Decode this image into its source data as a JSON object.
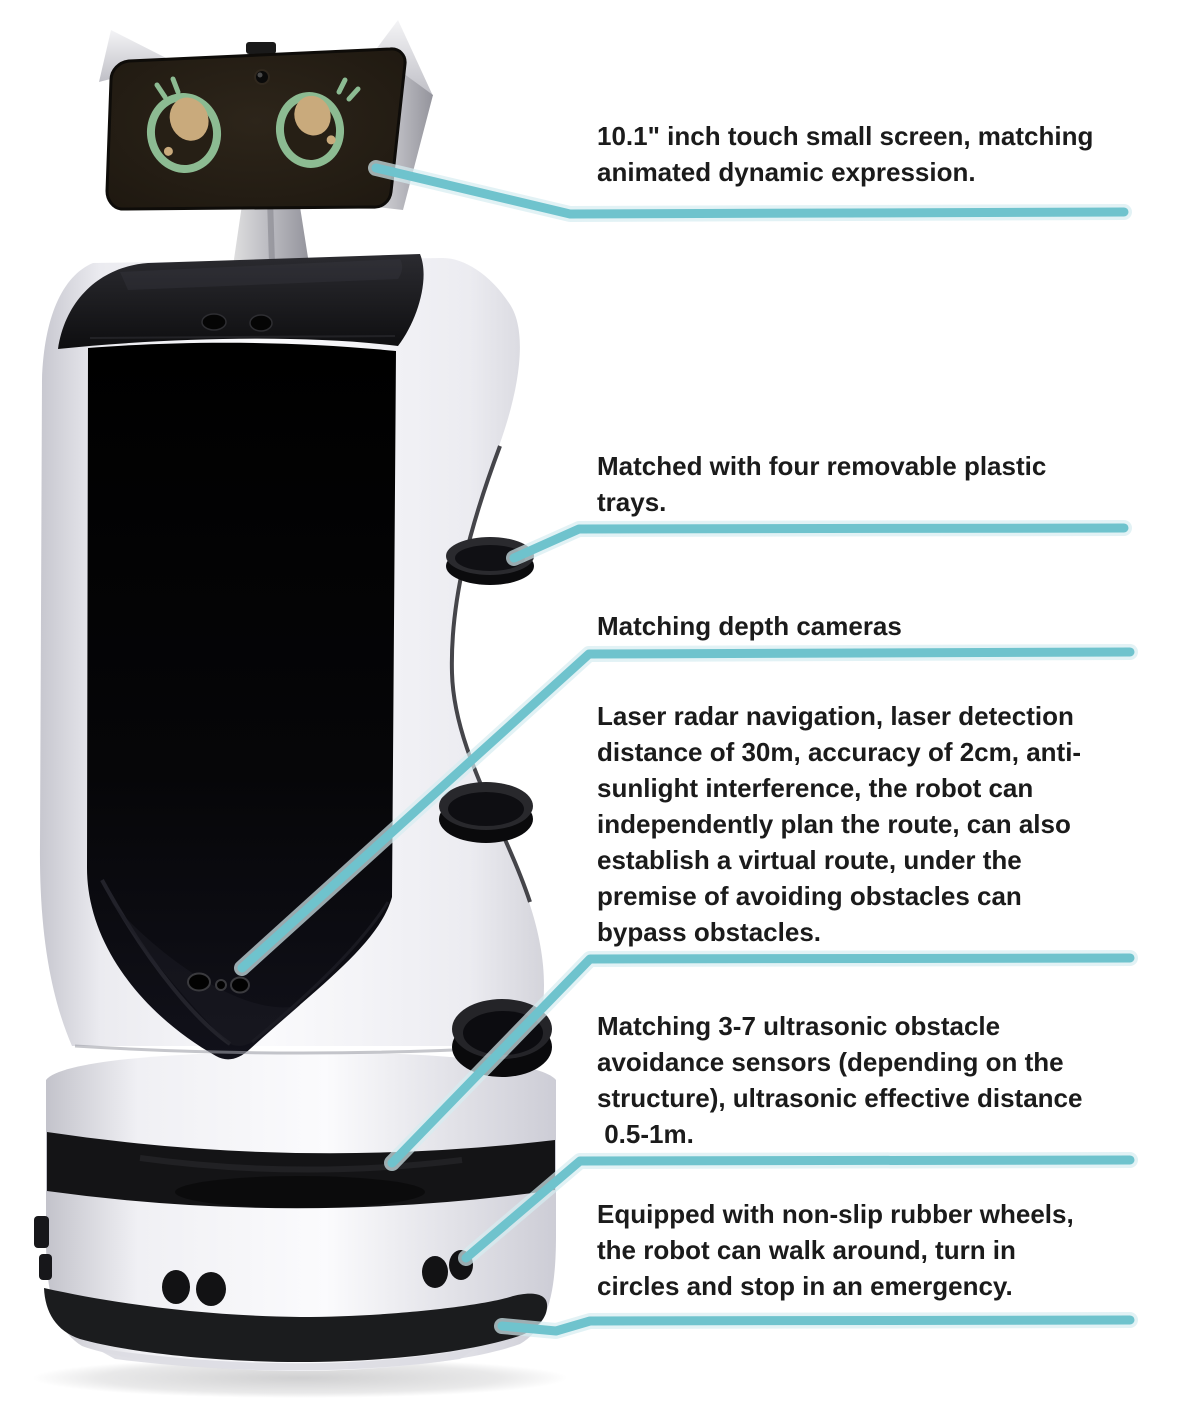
{
  "page": {
    "background": "#ffffff"
  },
  "colors": {
    "accent_line": "#6fc3cd",
    "accent_glow": "#d5edf1",
    "text": "#1b1b1b",
    "robot_eye_green": "#8cbb92",
    "robot_eye_tan": "#c9aa7c",
    "robot_shell_white": "#f4f4f7",
    "robot_screen_black": "#0a0a0c"
  },
  "annotations": [
    {
      "id": "touch-screen",
      "lines": [
        "10.1\" inch touch small screen, matching",
        "animated dynamic expression."
      ]
    },
    {
      "id": "trays",
      "lines": [
        "Matched with four removable plastic",
        "trays."
      ]
    },
    {
      "id": "depth-cameras",
      "lines": [
        "Matching depth cameras"
      ]
    },
    {
      "id": "laser-radar",
      "lines": [
        "Laser radar navigation, laser detection",
        "distance of 30m, accuracy of 2cm, anti-",
        "sunlight interference, the robot can",
        "independently plan the route, can also",
        "establish a virtual route, under the",
        "premise of avoiding obstacles can",
        "bypass obstacles."
      ]
    },
    {
      "id": "ultrasonic-sensors",
      "lines": [
        "Matching 3-7 ultrasonic obstacle",
        "avoidance sensors (depending on the",
        "structure), ultrasonic effective distance",
        " 0.5-1m."
      ]
    },
    {
      "id": "wheels",
      "lines": [
        "Equipped with non-slip rubber wheels,",
        "the robot can walk around, turn in",
        "circles and stop in an emergency."
      ]
    }
  ]
}
